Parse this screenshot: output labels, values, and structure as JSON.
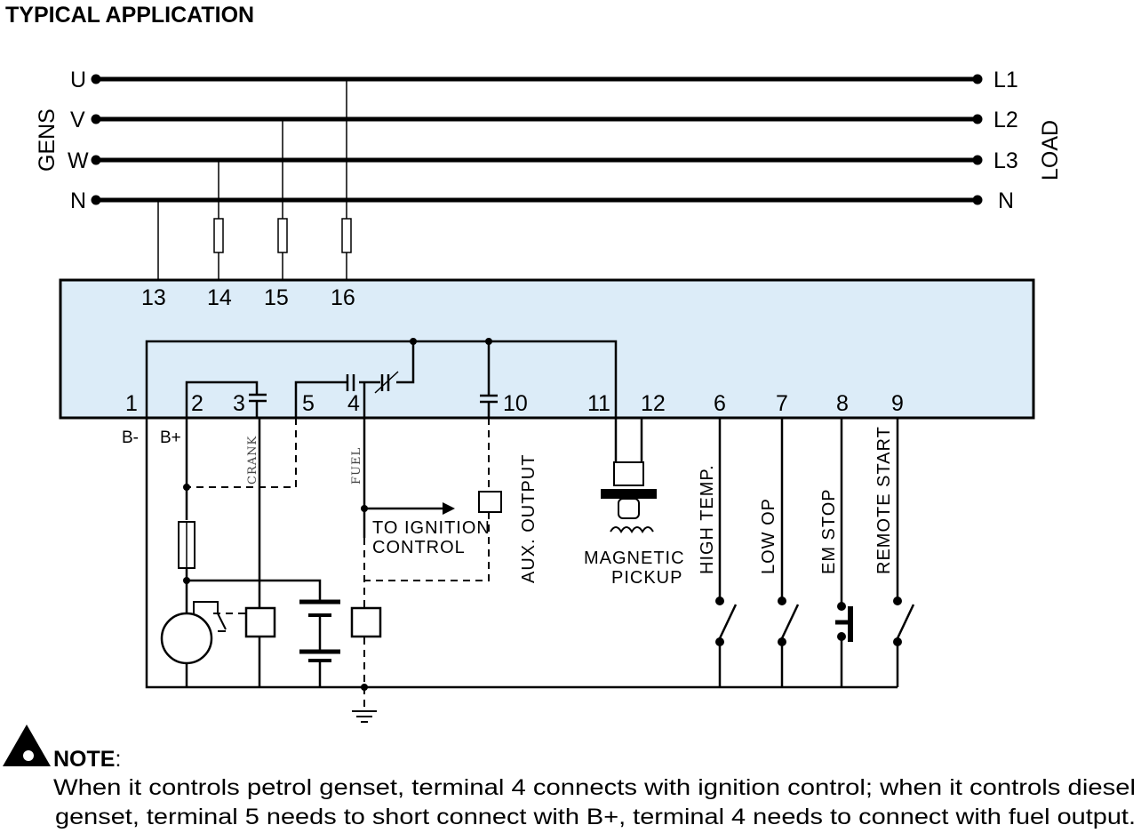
{
  "title": "TYPICAL APPLICATION",
  "gens_label": "GENS",
  "load_label": "LOAD",
  "gens_phases": [
    "U",
    "V",
    "W",
    "N"
  ],
  "load_phases": [
    "L1",
    "L2",
    "L3",
    "N"
  ],
  "controller_terminals": {
    "t13": "13",
    "t14": "14",
    "t15": "15",
    "t16": "16",
    "t1": "1",
    "t2": "2",
    "t3": "3",
    "t5": "5",
    "t4": "4",
    "t10": "10",
    "t11": "11",
    "t12": "12",
    "t6": "6",
    "t7": "7",
    "t8": "8",
    "t9": "9"
  },
  "supply_labels": {
    "bminus": "B-",
    "bplus": "B+"
  },
  "relay_labels": {
    "crank": "CRANK",
    "fuel": "FUEL"
  },
  "ignition_label": [
    "TO IGNITION",
    "CONTROL"
  ],
  "aux_output_label": "AUX. OUTPUT",
  "magnetic_pickup_label": [
    "MAGNETIC",
    "PICKUP"
  ],
  "input_labels": {
    "high_temp": "HIGH TEMP.",
    "low_op": "LOW OP",
    "em_stop": "EM STOP",
    "remote_start": "REMOTE START"
  },
  "colors": {
    "controller_fill": "#dcecf8",
    "line": "#000000"
  },
  "note": {
    "icon": "warning-triangle-icon",
    "heading": "NOTE",
    "colon": ":",
    "line1": "When it controls petrol genset, terminal 4 connects with ignition control; when it controls diesel",
    "line2": "genset, terminal 5 needs to short connect with B+, terminal 4 needs to connect with fuel output."
  }
}
